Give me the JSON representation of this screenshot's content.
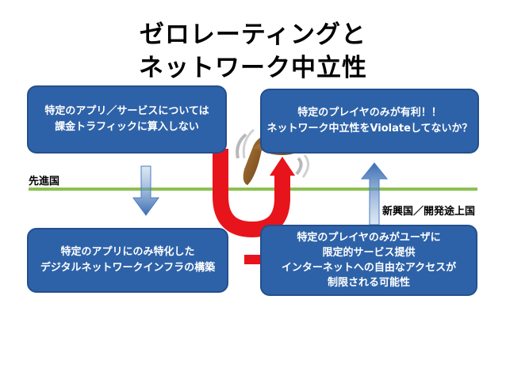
{
  "title": {
    "line1": "ゼロレーティングと",
    "line2": "ネットワーク中立性"
  },
  "boxes": {
    "top_left": {
      "line1": "特定のアプリ／サービスについては",
      "line2": "課金トラフィックに算入しない"
    },
    "top_right": {
      "line1": "特定のプレイヤのみが有利！！",
      "line2": "ネットワーク中立性をViolateしてないか？"
    },
    "bottom_left": {
      "line1": "特定のアプリにのみ特化した",
      "line2": "デジタルネットワークインフラの構築"
    },
    "bottom_right": {
      "line1": "特定のプレイヤのみがユーザに",
      "line2": "限定的サービス提供",
      "line3": "インターネットへの自由なアクセスが",
      "line4": "制限される可能性"
    }
  },
  "labels": {
    "developed": "先進国",
    "emerging": "新興国／開発途上国"
  },
  "icons": {
    "boomerang": "boomerang-icon",
    "u_turn": "u-turn-arrow-icon"
  },
  "colors": {
    "box_fill": "#2e62a8",
    "divider_line": "#8cc152",
    "u_turn": "#e8141b",
    "boomerang": "#8b5a22"
  }
}
